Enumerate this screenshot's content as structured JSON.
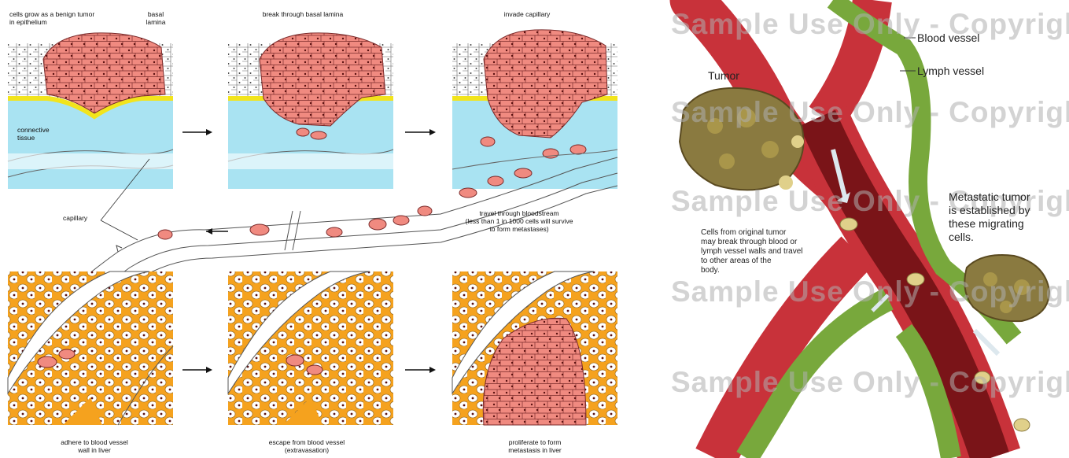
{
  "left_panel": {
    "labels": {
      "benign_tumor": "cells grow as a benign tumor\nin epithelium",
      "basal_lamina": "basal\nlamina",
      "connective_tissue": "connective\ntissue",
      "break_through": "break through basal lamina",
      "invade_capillary": "invade capillary",
      "capillary": "capillary",
      "travel": "travel through bloodstream\n(less than 1 in 1000 cells will survive\nto form metastases)",
      "adhere": "adhere to blood vessel\nwall in liver",
      "escape": "escape from blood vessel\n(extravasation)",
      "proliferate": "proliferate to form\nmetastasis in liver"
    },
    "colors": {
      "tumor_cell": "#f08a80",
      "cell_outline": "#7a2a2a",
      "connective_tissue": "#a9e3f2",
      "basal_lamina": "#f2e41c",
      "liver_tissue": "#f5a21e",
      "nucleus": "#5a1010"
    }
  },
  "right_panel": {
    "labels": {
      "blood_vessel": "Blood vessel",
      "lymph_vessel": "Lymph vessel",
      "tumor": "Tumor",
      "metastatic": "Metastatic tumor\nis established by\nthese migrating\ncells.",
      "cells_from": "Cells from original tumor\nmay break through blood or\nlymph vessel walls and travel\nto other areas of the\nbody."
    },
    "watermark": "Sample Use Only - Copyright",
    "colors": {
      "blood_vessel": "#c8323a",
      "lymph_vessel": "#78a83c",
      "tumor": "#8a7a40",
      "vessel_lumen": "#7a1418"
    }
  }
}
